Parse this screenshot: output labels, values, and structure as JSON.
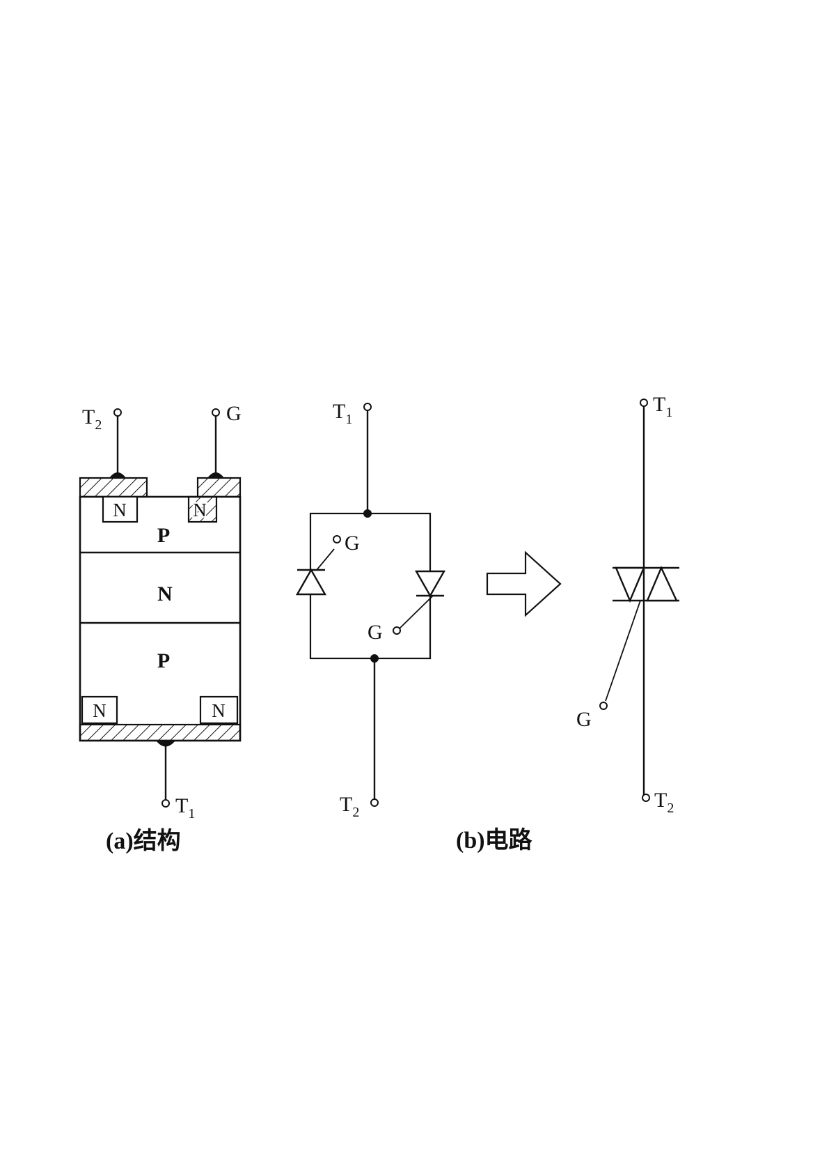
{
  "structure": {
    "terminal_top_left": {
      "main": "T",
      "sub": "2"
    },
    "terminal_top_right": "G",
    "terminal_bottom": {
      "main": "T",
      "sub": "1"
    },
    "region_top_n_left": "N",
    "region_top_n_right": "N",
    "layer_p_top": "P",
    "layer_n_middle": "N",
    "layer_p_bottom": "P",
    "region_bottom_n_left": "N",
    "region_bottom_n_right": "N",
    "caption": "(a)结构"
  },
  "circuit": {
    "terminal_top": {
      "main": "T",
      "sub": "1"
    },
    "terminal_bottom": {
      "main": "T",
      "sub": "2"
    },
    "gate_left": "G",
    "gate_right": "G",
    "caption": "(b)电路"
  },
  "symbol": {
    "terminal_top": {
      "main": "T",
      "sub": "1"
    },
    "terminal_bottom": {
      "main": "T",
      "sub": "2"
    },
    "gate": "G"
  }
}
